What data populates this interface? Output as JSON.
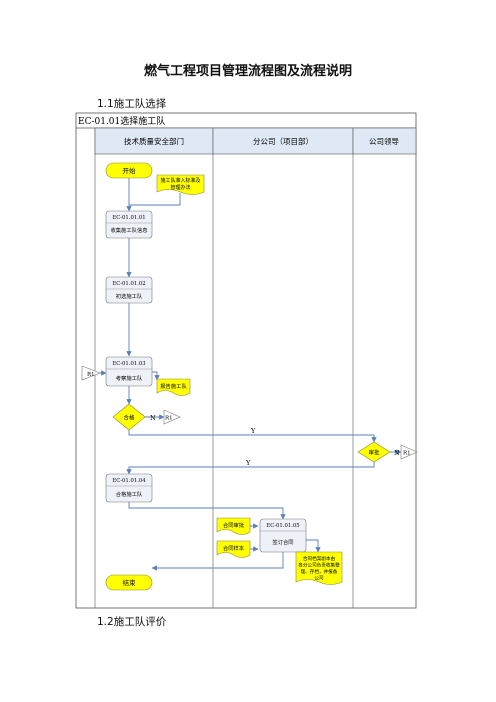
{
  "document": {
    "title": "燃气工程项目管理流程图及流程说明",
    "section1": "1.1施工队选择",
    "section2": "1.2施工队评价"
  },
  "diagram": {
    "frame_title": "EC-01.01选择施工队",
    "lanes": [
      "技术质量安全部门",
      "分公司（项目部）",
      "公司领导"
    ],
    "start": "开始",
    "end": "结束",
    "doc_criteria": [
      "施工队准入标准及",
      "管理办法"
    ],
    "steps": [
      {
        "code": "EC-01.01.01",
        "label": "收集施工队信息"
      },
      {
        "code": "EC-01.01.02",
        "label": "初选施工队"
      },
      {
        "code": "EC-01.01.03",
        "label": "考察施工队"
      },
      {
        "code": "EC-01.01.04",
        "label": "合格施工队"
      },
      {
        "code": "EC-01.01.05",
        "label": "签订合同"
      }
    ],
    "doc_report": "报告施工队",
    "decision1": "合格",
    "decision2": "审批",
    "n_label": "N",
    "y_label": "Y",
    "connector": "R1",
    "doc_approve": "合同审批",
    "doc_text": "合同样本",
    "doc_archive": [
      "合同档案副本由",
      "各分公司负责收集整",
      "理、存档，并报备",
      "公司"
    ]
  }
}
